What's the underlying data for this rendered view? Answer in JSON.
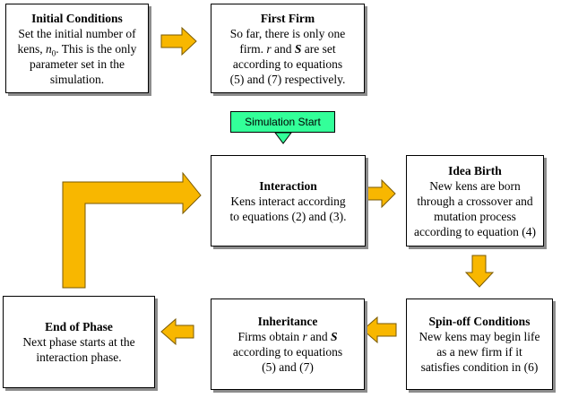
{
  "boxes": {
    "initial": {
      "title": "Initial Conditions",
      "line1": "Set the initial number of",
      "line2_pre": "kens, ",
      "n_var": "n",
      "n_sub": "0",
      "line2_post": ". This is the only",
      "line3": "parameter set in the",
      "line4": "simulation."
    },
    "first_firm": {
      "title": "First Firm",
      "line1": "So far, there is only one",
      "line2_pre": "firm. ",
      "r_var": "r",
      "line2_mid": " and ",
      "s_var": "S",
      "line2_post": " are set",
      "line3": "according to equations",
      "line4": "(5) and (7) respectively."
    },
    "interaction": {
      "title": "Interaction",
      "line1": "Kens interact according",
      "line2": "to equations (2) and (3)."
    },
    "idea_birth": {
      "title": "Idea Birth",
      "line1": "New kens are born",
      "line2": "through a crossover and",
      "line3": "mutation process",
      "line4": "according to equation (4)"
    },
    "spinoff": {
      "title": "Spin-off Conditions",
      "line1": "New kens may begin life",
      "line2": "as a new firm if it",
      "line3": "satisfies condition in (6)"
    },
    "inheritance": {
      "title": "Inheritance",
      "line1_pre": "Firms obtain ",
      "r_var": "r",
      "line1_mid": " and ",
      "s_var": "S",
      "line2": "according to equations",
      "line3": "(5) and (7)"
    },
    "end_phase": {
      "title": "End of Phase",
      "line1": "Next phase starts at the",
      "line2": "interaction phase."
    }
  },
  "start_label": "Simulation Start",
  "colors": {
    "arrow": "#f8b700",
    "start": "#33ff99"
  },
  "icons": {
    "arrow": "block-arrow",
    "start": "down-triangle"
  }
}
